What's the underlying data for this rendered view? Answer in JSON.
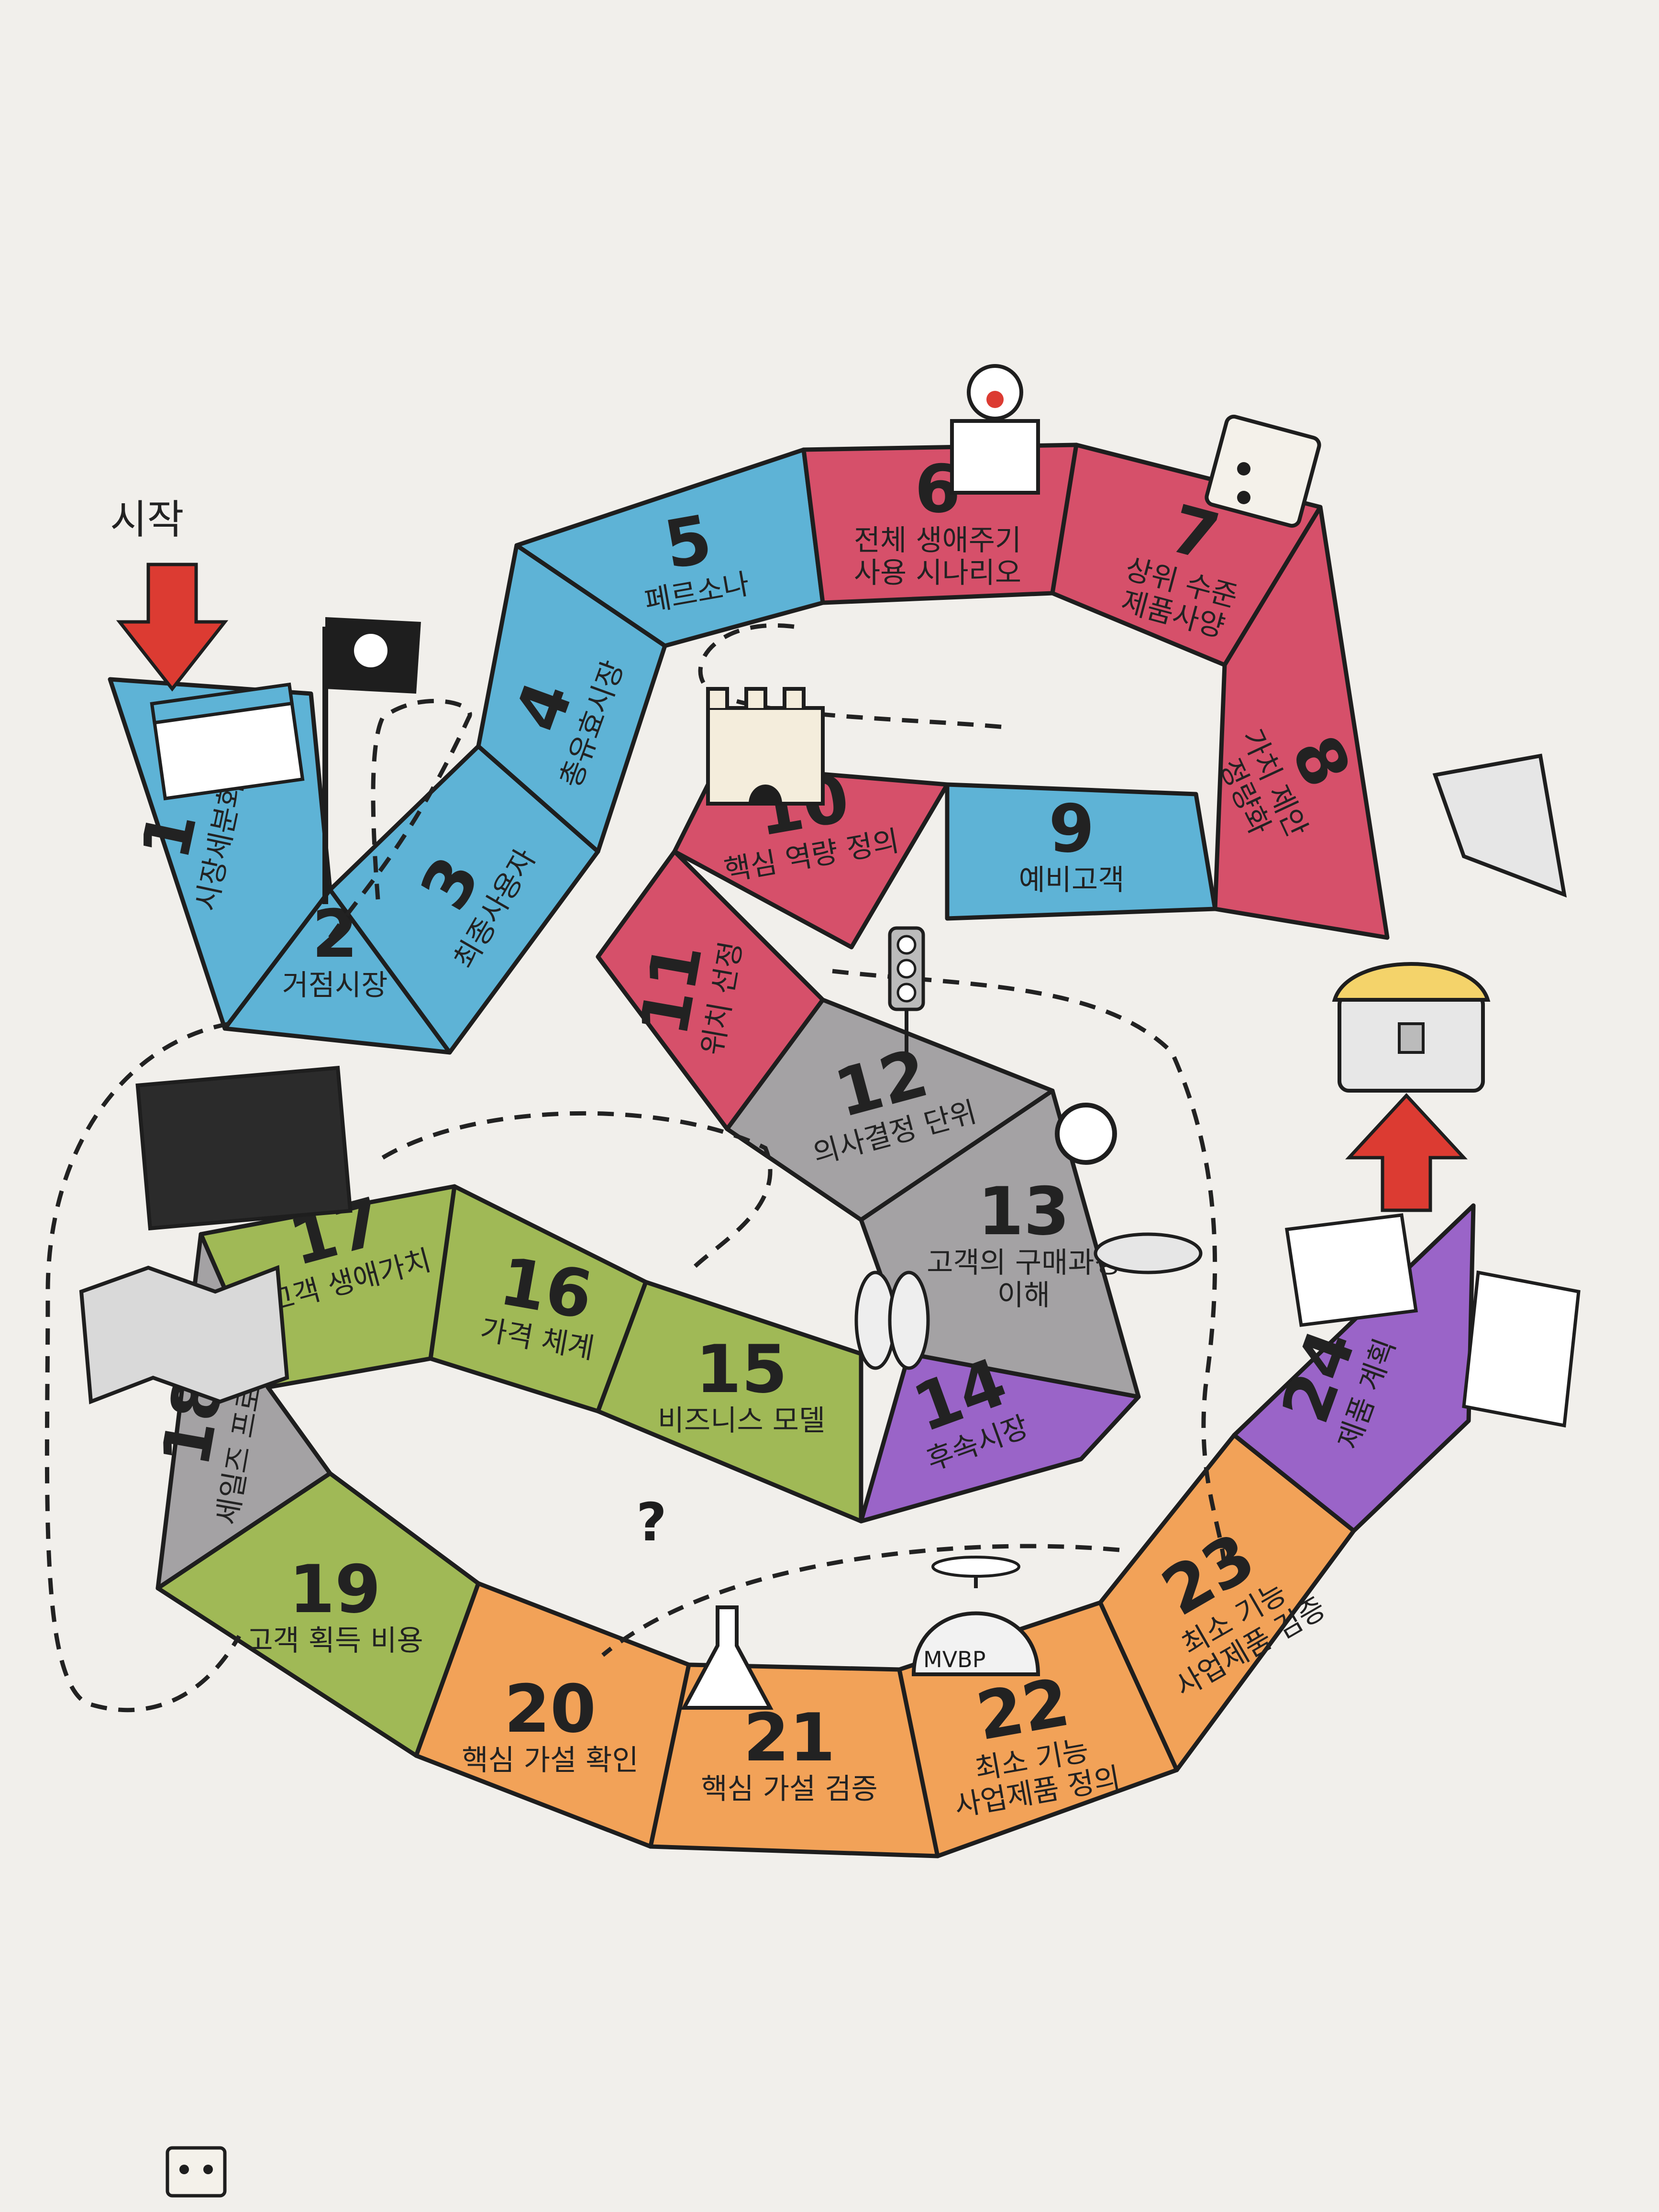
{
  "start_label": "시작",
  "colors": {
    "blue": "#5eb3d6",
    "red": "#d6506a",
    "gray": "#a4a2a4",
    "purple": "#9a64c8",
    "green": "#a0b956",
    "orange": "#f2a258",
    "outline": "#1e1e1e",
    "arrow_red": "#dc3b32",
    "paper": "#f1efeb"
  },
  "decor_text": {
    "mvbp": "MVBP",
    "question": "?"
  },
  "cells": [
    {
      "num": "1",
      "label": "시장세분화",
      "color": "blue"
    },
    {
      "num": "2",
      "label": "거점시장",
      "color": "blue"
    },
    {
      "num": "3",
      "label": "최종사용자",
      "color": "blue"
    },
    {
      "num": "4",
      "label": "총유효시장",
      "color": "blue"
    },
    {
      "num": "5",
      "label": "페르소나",
      "color": "blue"
    },
    {
      "num": "6",
      "label": "전체 생애주기 사용 시나리오",
      "color": "red"
    },
    {
      "num": "7",
      "label": "상위 수준 제품사양",
      "color": "red"
    },
    {
      "num": "8",
      "label": "가치 제안 정량화",
      "color": "red"
    },
    {
      "num": "9",
      "label": "예비고객",
      "color": "blue"
    },
    {
      "num": "10",
      "label": "핵심 역량 정의",
      "color": "red"
    },
    {
      "num": "11",
      "label": "위치 선정",
      "color": "red"
    },
    {
      "num": "12",
      "label": "의사결정 단위",
      "color": "gray"
    },
    {
      "num": "13",
      "label": "고객의 구매과정 이해",
      "color": "gray"
    },
    {
      "num": "14",
      "label": "후속시장",
      "color": "purple"
    },
    {
      "num": "15",
      "label": "비즈니스 모델",
      "color": "green"
    },
    {
      "num": "16",
      "label": "가격 체계",
      "color": "green"
    },
    {
      "num": "17",
      "label": "고객 생애가치",
      "color": "green"
    },
    {
      "num": "18",
      "label": "세일즈 프로세스",
      "color": "gray"
    },
    {
      "num": "19",
      "label": "고객 획득 비용",
      "color": "green"
    },
    {
      "num": "20",
      "label": "핵심 가설 확인",
      "color": "orange"
    },
    {
      "num": "21",
      "label": "핵심 가설 검증",
      "color": "orange"
    },
    {
      "num": "22",
      "label": "최소 기능 사업제품 정의",
      "color": "orange"
    },
    {
      "num": "23",
      "label": "최소 기능 사업제품 검증",
      "color": "orange"
    },
    {
      "num": "24",
      "label": "제품 계획",
      "color": "purple"
    }
  ]
}
